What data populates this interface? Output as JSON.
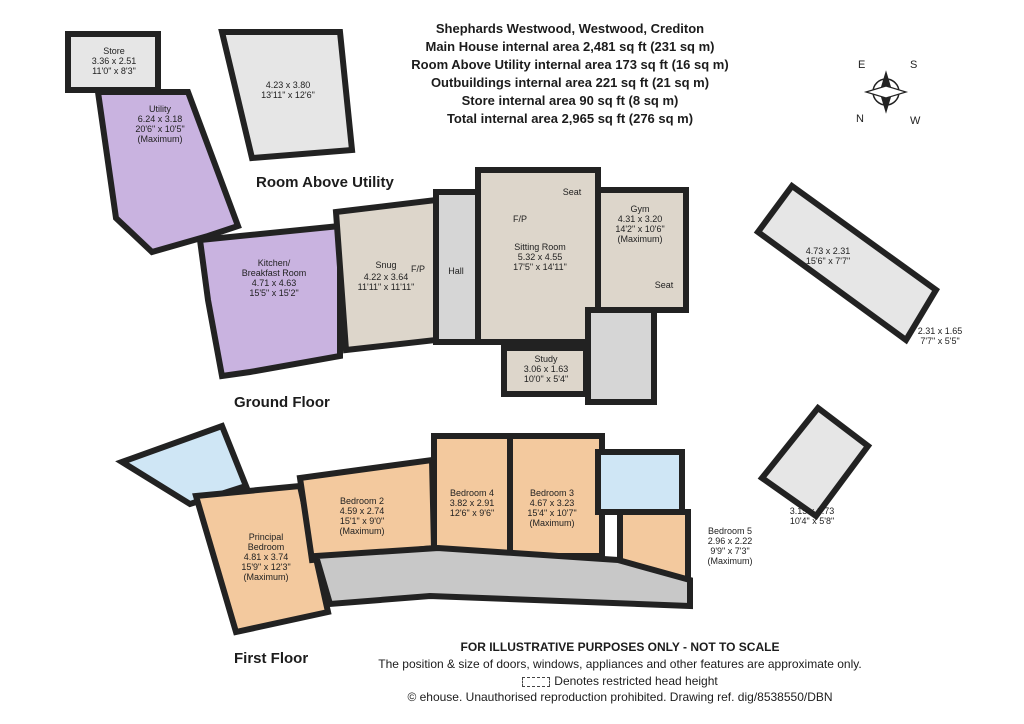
{
  "header": {
    "line1": "Shephards Westwood, Westwood, Crediton",
    "line2": "Main House internal area 2,481 sq ft (231 sq m)",
    "line3": "Room Above Utility internal area 173 sq ft (16 sq m)",
    "line4": "Outbuildings internal area 221 sq ft (21 sq m)",
    "line5": "Store internal area 90 sq ft (8 sq m)",
    "line6": "Total internal area 2,965 sq ft (276 sq m)"
  },
  "compass": {
    "e": "E",
    "s": "S",
    "n": "N",
    "w": "W"
  },
  "sections": {
    "room_above_utility": "Room Above Utility",
    "ground_floor": "Ground Floor",
    "first_floor": "First Floor"
  },
  "rooms": {
    "store": [
      "Store",
      "3.36 x 2.51",
      "11'0\" x 8'3\""
    ],
    "above_utility": [
      "4.23 x 3.80",
      "13'11\" x 12'6\""
    ],
    "utility": [
      "Utility",
      "6.24 x 3.18",
      "20'6\" x 10'5\"",
      "(Maximum)"
    ],
    "kitchen": [
      "Kitchen/",
      "Breakfast Room",
      "4.71 x 4.63",
      "15'5\" x 15'2\""
    ],
    "snug": [
      "Snug",
      "4.22 x 3.64",
      "11'11\" x 11'11\""
    ],
    "snug_fp": "F/P",
    "hall": "Hall",
    "sitting": [
      "Sitting Room",
      "5.32 x 4.55",
      "17'5\" x 14'11\""
    ],
    "sitting_fp": "F/P",
    "seat1": "Seat",
    "gym": [
      "Gym",
      "4.31 x 3.20",
      "14'2\" x 10'6\"",
      "(Maximum)"
    ],
    "seat2": "Seat",
    "study": [
      "Study",
      "3.06 x 1.63",
      "10'0\" x 5'4\""
    ],
    "out1": [
      "4.73 x 2.31",
      "15'6\" x 7'7\""
    ],
    "out1b": [
      "2.31 x 1.65",
      "7'7\" x 5'5\""
    ],
    "out2": [
      "3.15 x 1.73",
      "10'4\" x 5'8\""
    ],
    "principal": [
      "Principal",
      "Bedroom",
      "4.81 x 3.74",
      "15'9\" x 12'3\"",
      "(Maximum)"
    ],
    "bed2": [
      "Bedroom 2",
      "4.59 x 2.74",
      "15'1\" x 9'0\"",
      "(Maximum)"
    ],
    "bed4": [
      "Bedroom 4",
      "3.82 x 2.91",
      "12'6\" x 9'6\""
    ],
    "bed3": [
      "Bedroom 3",
      "4.67 x 3.23",
      "15'4\" x 10'7\"",
      "(Maximum)"
    ],
    "bed5": [
      "Bedroom 5",
      "2.96 x 2.22",
      "9'9\" x 7'3\"",
      "(Maximum)"
    ]
  },
  "footer": {
    "disclaimer": "FOR ILLUSTRATIVE PURPOSES ONLY - NOT TO SCALE",
    "note": "The position & size of doors, windows, appliances and other features are approximate only.",
    "legend": "Denotes restricted head height",
    "copyright": "© ehouse. Unauthorised reproduction prohibited. Drawing ref. dig/8538550/DBN"
  },
  "colors": {
    "wall": "#222222",
    "grey_room": "#e6e6e6",
    "utility_kitchen": "#c9b3e0",
    "reception": "#ddd6cb",
    "bedroom": "#f3c99e",
    "bathroom": "#cfe6f5",
    "landing": "#c8c8c8"
  }
}
